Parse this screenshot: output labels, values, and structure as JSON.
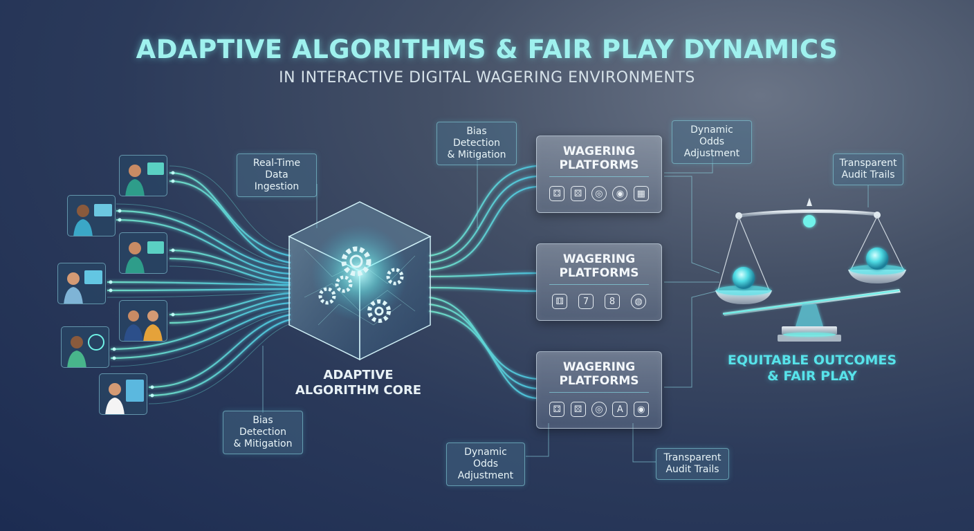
{
  "title": "ADAPTIVE ALGORITHMS & FAIR PLAY DYNAMICS",
  "subtitle": "IN INTERACTIVE DIGITAL WAGERING ENVIRONMENTS",
  "tags": {
    "real_time": "Real-Time\nData Ingestion",
    "bias_top": "Bias Detection\n& Mitigation",
    "bias_bottom": "Bias Detection\n& Mitigation",
    "odds_top": "Dynamic Odds\nAdjustment",
    "odds_bottom": "Dynamic Odds\nAdjustment",
    "audit_top": "Transparent\nAudit Trails",
    "audit_bottom": "Transparent\nAudit Trails"
  },
  "core_label": "ADAPTIVE\nALGORITHM CORE",
  "platforms": [
    {
      "title": "WAGERING\nPLATFORMS",
      "icons": [
        "dice-icon",
        "dice-icon",
        "chip-icon",
        "chip-icon",
        "cards-icon"
      ]
    },
    {
      "title": "WAGERING\nPLATFORMS",
      "icons": [
        "dice-icon",
        "seven-icon",
        "eight-icon",
        "chip-icon"
      ]
    },
    {
      "title": "WAGERING\nPLATFORMS",
      "icons": [
        "dice-icon",
        "dice-icon",
        "chip-icon",
        "ace-icon",
        "chip-icon"
      ]
    }
  ],
  "outcome_label": "EQUITABLE OUTCOMES\n& FAIR PLAY",
  "users": [
    "user-tablet",
    "user-screen",
    "user-tablet",
    "user-screen",
    "users-pair",
    "user-hologram",
    "user-phone"
  ],
  "colors": {
    "accent": "#57e3ea",
    "title": "#9ff1ee",
    "stream": "#6ff2e6"
  }
}
